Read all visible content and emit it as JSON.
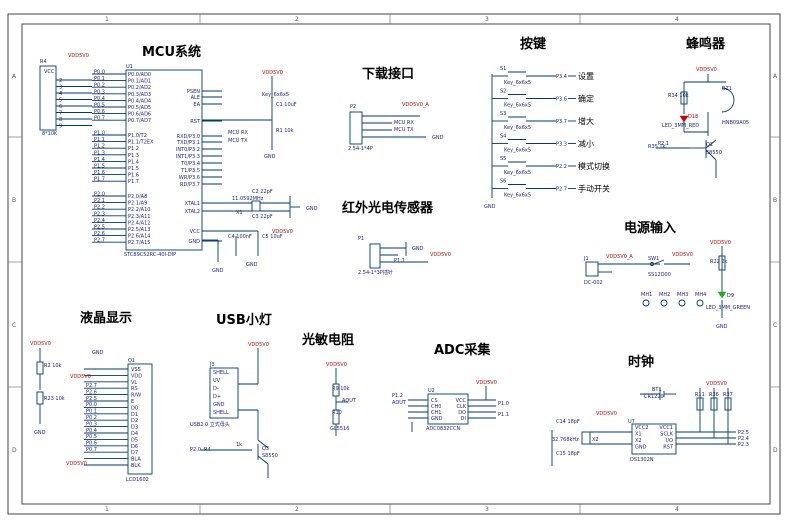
{
  "grid": {
    "cols": [
      "1",
      "2",
      "3",
      "4"
    ],
    "rows": [
      "A",
      "B",
      "C",
      "D"
    ]
  },
  "sections": {
    "mcu": "MCU系统",
    "download": "下载接口",
    "keys": "按键",
    "buzzer": "蜂鸣器",
    "ir": "红外光电传感器",
    "power": "电源输入",
    "lcd": "液晶显示",
    "usb": "USB小灯",
    "ldr": "光敏电阻",
    "adc": "ADC采集",
    "clock": "时钟"
  },
  "mcu": {
    "ref": "U1",
    "part": "STC89C52RC-40I-DIP",
    "port0_pins": [
      "P0.0/AD0",
      "P0.1/AD1",
      "P0.2/AD2",
      "P0.3/AD3",
      "P0.4/AD4",
      "P0.5/AD5",
      "P0.6/AD6",
      "P0.7/AD7"
    ],
    "port1_pins": [
      "P1.0/T2",
      "P1.1/T2EX",
      "P1.2",
      "P1.3",
      "P1.4",
      "P1.5",
      "P1.6",
      "P1.7"
    ],
    "port2_pins": [
      "P2.0/A8",
      "P2.1/A9",
      "P2.2/A10",
      "P2.3/A11",
      "P2.4/A12",
      "P2.5/A13",
      "P2.6/A14",
      "P2.7/A15"
    ],
    "right_pins": [
      "PSEN",
      "ALE",
      "EA",
      "RST",
      "RXD/P3.0",
      "TXD/P3.1",
      "INT0/P3.2",
      "INT1/P3.3",
      "T0/P3.4",
      "T1/P3.5",
      "WR/P3.6",
      "RD/P3.7",
      "XTAL1",
      "XTAL2",
      "VCC",
      "GND"
    ],
    "rp": "R4",
    "rp_val": "8*10K",
    "vcc": "VDD5V0",
    "rx_label": "MCU RX",
    "tx_label": "MCU TX",
    "crystal": "11.0592MHz",
    "crystal_ref": "X1",
    "c2": "C2 22pF",
    "c3": "C3 22pF",
    "c4": "C4 100nF",
    "c5": "C5 10uF",
    "reset_btn": "Key_6x6x5",
    "c1": "C1 10uF",
    "r1": "R1 10k"
  },
  "download": {
    "ref": "P2",
    "part": "2.54-1*4P",
    "vcc": "VDD5V0_A",
    "pins": [
      "MCU RX",
      "MCU TX"
    ],
    "gnd": "GND"
  },
  "keys": {
    "items": [
      {
        "ref": "S1",
        "part": "Key_6x6x5",
        "net": "P3.4",
        "label": "设置"
      },
      {
        "ref": "S2",
        "part": "Key_6x6x5",
        "net": "P3.6",
        "label": "确定"
      },
      {
        "ref": "S3",
        "part": "Key_6x6x5",
        "net": "P3.7",
        "label": "增大"
      },
      {
        "ref": "S4",
        "part": "Key_6x6x5",
        "net": "P3.3",
        "label": "减小"
      },
      {
        "ref": "S5",
        "part": "Key_6x6x5",
        "net": "P2.2",
        "label": "模式切换"
      },
      {
        "ref": "S6",
        "part": "Key_6x6x5",
        "net": "P2.7",
        "label": "手动开关"
      }
    ],
    "gnd": "GND"
  },
  "buzzer": {
    "vcc": "VDD5V0",
    "r34": "R34 10k",
    "led": "LED_3MM_RED",
    "led_ref": "D18",
    "bz": "BZ1",
    "bz_part": "HNB09A05",
    "r35": "R35 1k",
    "q": "Q2",
    "q_part": "S8550",
    "net": "P2.1"
  },
  "ir": {
    "ref": "P1",
    "part": "2.54-1*3P插针",
    "vcc": "VDD5V0",
    "gnd": "GND",
    "net": "P1.1"
  },
  "power": {
    "ref": "J1",
    "part": "DC-002",
    "vcc": "VDD5V0_A",
    "sw": "SW1",
    "sw_part": "SS12D00",
    "vout": "VDD5V0",
    "r22": "R22 2k",
    "led": "LED_3MM_GREEN",
    "led_ref": "D9",
    "holes": [
      "MH1",
      "MH2",
      "MH3",
      "MH4"
    ],
    "gnd": "GND"
  },
  "lcd": {
    "ref": "Q1",
    "part": "LCD1602",
    "vcc": "VDD5V0",
    "r2": "R2 10k",
    "r23": "R23 10k",
    "pins": [
      "VSS",
      "VDD",
      "VL",
      "RS",
      "R/W",
      "E",
      "D0",
      "D1",
      "D2",
      "D3",
      "D4",
      "D5",
      "D6",
      "D7",
      "BLA",
      "BLK"
    ],
    "nets": [
      "P2.7",
      "P2.6",
      "P2.5",
      "P0.0",
      "P0.1",
      "P0.2",
      "P0.3",
      "P0.4",
      "P0.5",
      "P0.6",
      "P0.7"
    ],
    "gnd": "GND"
  },
  "usb": {
    "ref": "J3",
    "part": "USB2.0 立式母头",
    "pins": [
      "SHELL",
      "UV",
      "D-",
      "D+",
      "GND",
      "SHELL"
    ],
    "vcc": "VDD5V0",
    "q": "Q3",
    "q_part": "S8550",
    "r": "R4",
    "r_val": "1k",
    "net": "P2.0"
  },
  "ldr": {
    "vcc": "VDD5V0",
    "r9": "R9 10k",
    "r10": "R10",
    "part": "GL5516",
    "net": "AOUT"
  },
  "adc": {
    "ref": "U2",
    "part": "ADC0832CCN",
    "vcc": "VDD5V0",
    "pins_left": [
      "CS",
      "CH0",
      "CH1",
      "GND"
    ],
    "pins_right": [
      "VCC",
      "CLK",
      "DO",
      "DI"
    ],
    "nets": [
      "P1.2",
      "AOUT",
      "P1.0",
      "P1.1"
    ]
  },
  "clock": {
    "ref": "U7",
    "part": "DS1302N",
    "battery": "BT1",
    "battery_part": "CR1220",
    "crystal": "32.768kHz",
    "crystal_ref": "X2",
    "c14": "C14 18pF",
    "c15": "C15 18pF",
    "pins": [
      "VCC2",
      "X1",
      "X2",
      "GND",
      "VCC1",
      "SCLK",
      "I/O",
      "RST"
    ],
    "resistors": [
      "R11",
      "R36",
      "R37"
    ],
    "vcc": "VDD5V0",
    "nets": [
      "P2.5",
      "P2.4",
      "P2.3"
    ]
  },
  "colors": {
    "wire": "#003a6b",
    "net_label": "#1a1a8a",
    "bus": "#8a1010"
  }
}
